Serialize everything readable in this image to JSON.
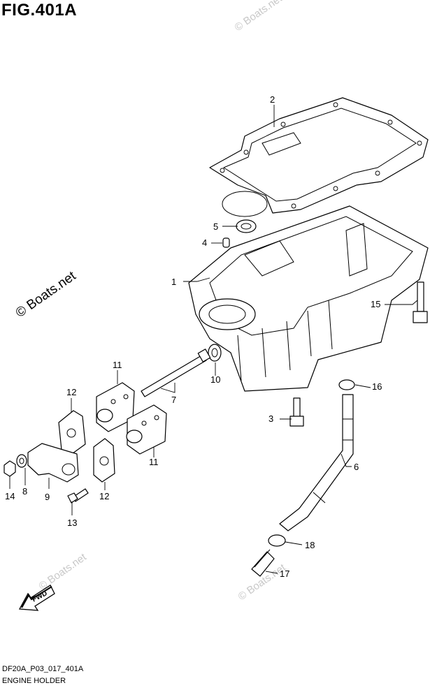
{
  "figure": {
    "title": "FIG.401A",
    "drawing_code": "DF20A_P03_017_401A",
    "section_name": "ENGINE HOLDER"
  },
  "watermark": {
    "main": "© Boats.net",
    "faint": "© Boats.net"
  },
  "callouts": {
    "c1": "1",
    "c2": "2",
    "c3": "3",
    "c4": "4",
    "c5": "5",
    "c6": "6",
    "c7": "7",
    "c8": "8",
    "c9": "9",
    "c10": "10",
    "c11a": "11",
    "c11b": "11",
    "c12a": "12",
    "c12b": "12",
    "c13": "13",
    "c14": "14",
    "c15": "15",
    "c16": "16",
    "c17": "17",
    "c18": "18"
  },
  "direction_marker": {
    "label": "FWD"
  }
}
